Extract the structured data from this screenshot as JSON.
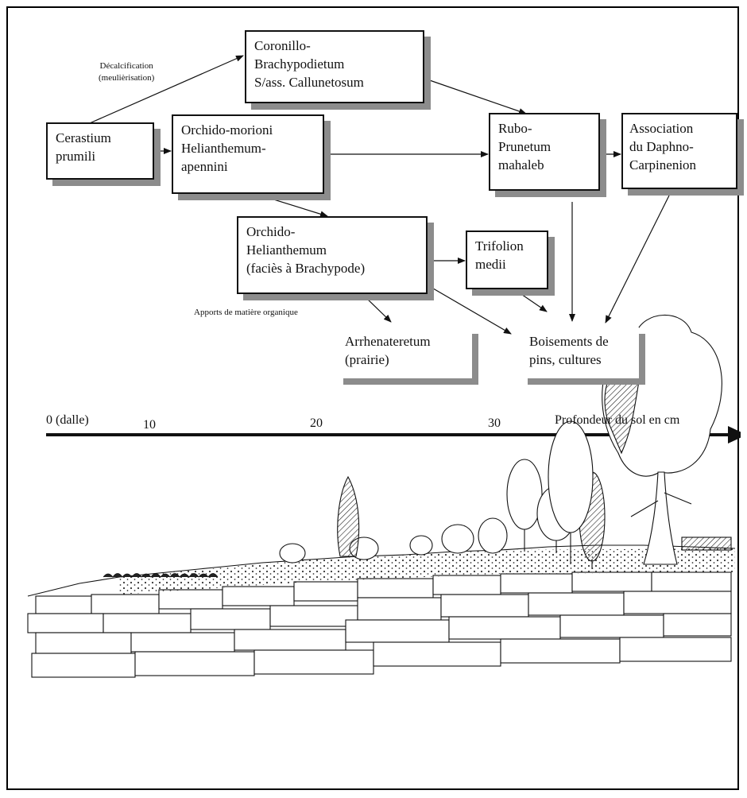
{
  "nodes": {
    "coronillo": [
      "Coronillo-",
      "Brachypodietum",
      "S/ass. Callunetosum"
    ],
    "cerastium": [
      "Cerastium",
      "prumili"
    ],
    "orchido_morioni": [
      "Orchido-morioni",
      "Helianthemum-",
      "apennini"
    ],
    "rubo": [
      "Rubo-",
      "Prunetum",
      "mahaleb"
    ],
    "association": [
      "Association",
      "du Daphno-",
      "Carpinenion"
    ],
    "orchido_helianthemum": [
      "Orchido-",
      "Helianthemum",
      "(faciès à Brachypode)"
    ],
    "trifolion": [
      "Trifolion",
      "medii"
    ],
    "arrhenateretum": [
      "Arrhenateretum",
      "(prairie)"
    ],
    "boisements": [
      "Boisements de",
      "pins, cultures"
    ]
  },
  "annotations": {
    "decalcification": [
      "Décalcification",
      "(meulièrisation)"
    ],
    "apports": "Apports  de matière organique"
  },
  "axis": {
    "origin_label": "0 (dalle)",
    "ticks": [
      "10",
      "20",
      "30"
    ],
    "title": "Profondeur du sol en cm"
  },
  "colors": {
    "ink": "#111111",
    "shadow": "#8c8c8c",
    "hatch": "#222222"
  },
  "illustration": "landscape-transect-drawing"
}
